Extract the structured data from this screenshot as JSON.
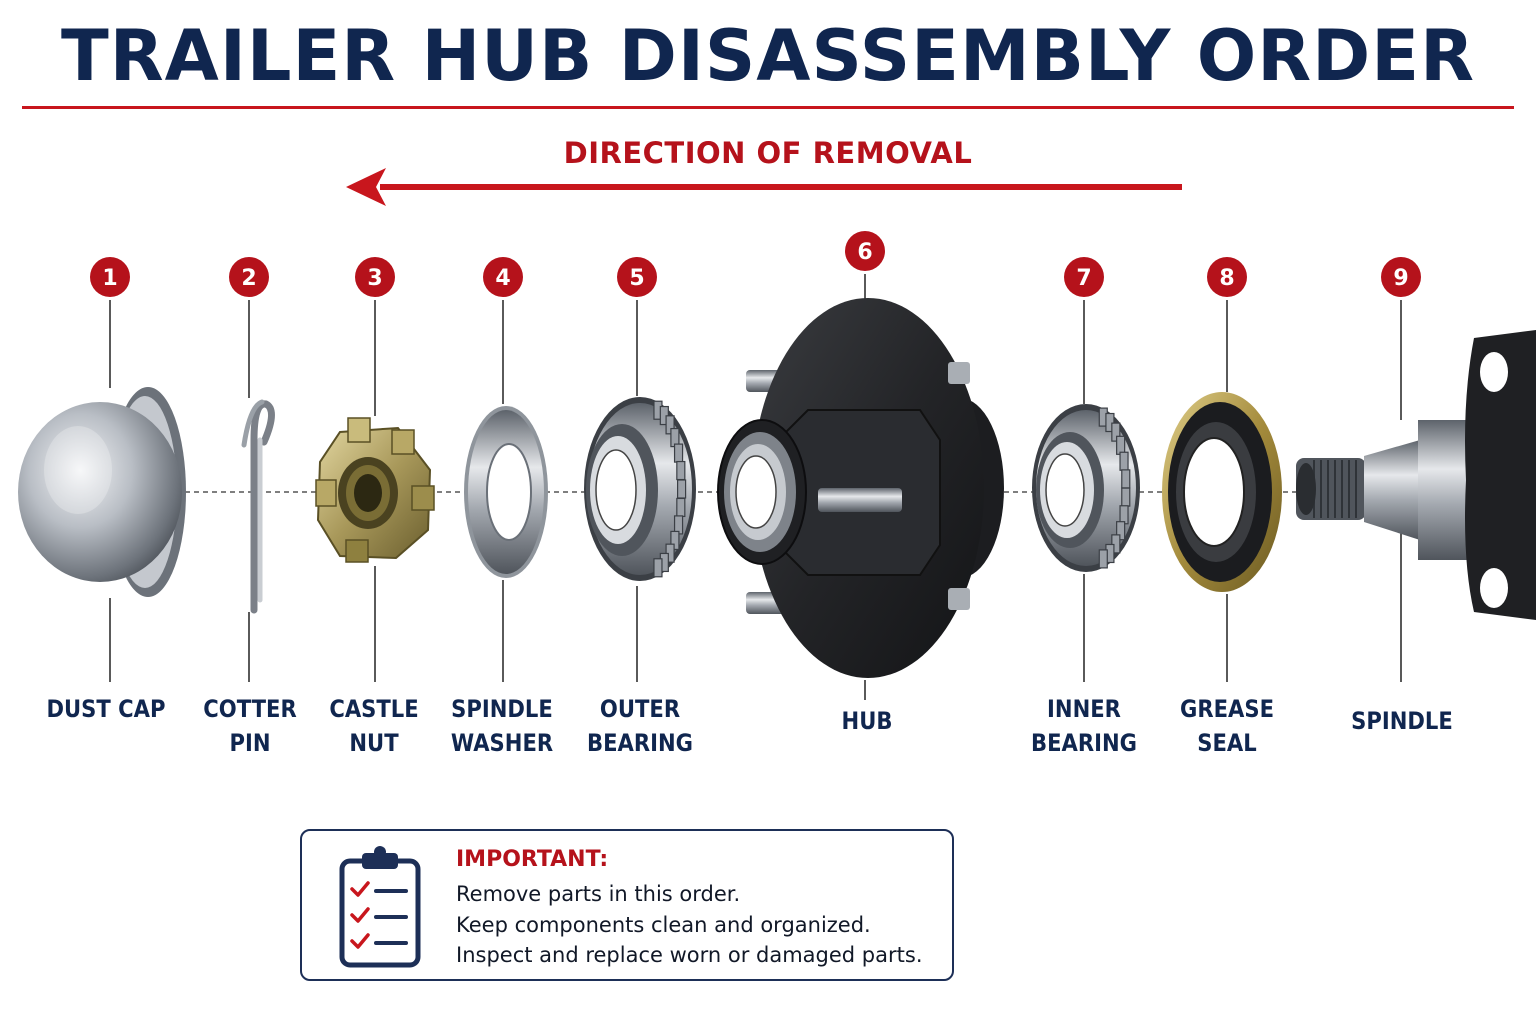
{
  "title": "TRAILER HUB DISASSEMBLY ORDER",
  "direction_label": "DIRECTION OF REMOVAL",
  "colors": {
    "navy": "#10264f",
    "red": "#c8161d",
    "badge": "#b5121b"
  },
  "parts": [
    {
      "step": "1",
      "label": [
        "DUST CAP"
      ]
    },
    {
      "step": "2",
      "label": [
        "COTTER",
        "PIN"
      ]
    },
    {
      "step": "3",
      "label": [
        "CASTLE",
        "NUT"
      ]
    },
    {
      "step": "4",
      "label": [
        "SPINDLE",
        "WASHER"
      ]
    },
    {
      "step": "5",
      "label": [
        "OUTER",
        "BEARING"
      ]
    },
    {
      "step": "6",
      "label": [
        "HUB"
      ]
    },
    {
      "step": "7",
      "label": [
        "INNER",
        "BEARING"
      ]
    },
    {
      "step": "8",
      "label": [
        "GREASE",
        "SEAL"
      ]
    },
    {
      "step": "9",
      "label": [
        "SPINDLE"
      ]
    }
  ],
  "notice": {
    "icon": "clipboard-checklist-icon",
    "heading": "IMPORTANT:",
    "lines": [
      "Remove parts in this order.",
      "Keep components clean and organized.",
      "Inspect and replace worn or damaged parts."
    ]
  }
}
